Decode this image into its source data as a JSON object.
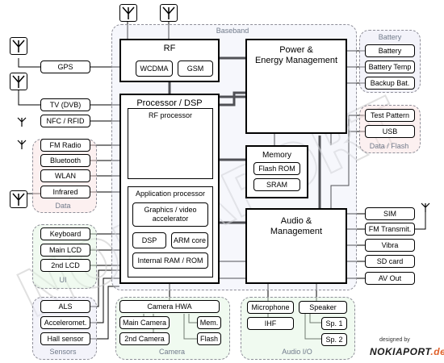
{
  "zones": {
    "baseband": "Baseband",
    "battery": "Battery",
    "data_flash": "Data / Flash",
    "data": "Data",
    "ui": "UI",
    "sensors": "Sensors",
    "camera": "Camera",
    "audio_io": "Audio I/O"
  },
  "blocks": {
    "rf": "RF",
    "wcdma": "WCDMA",
    "gsm": "GSM",
    "power": "Power &\nEnergy Management",
    "processor": "Processor / DSP",
    "rf_processor": "RF processor",
    "app_processor": "Application processor",
    "graphics": "Graphics / video\naccelerator",
    "dsp": "DSP",
    "arm": "ARM core",
    "ram": "Internal RAM / ROM",
    "memory": "Memory",
    "flash_rom": "Flash ROM",
    "sram": "SRAM",
    "audio": "Audio &\nManagement"
  },
  "peripherals": {
    "gps": "GPS",
    "tv": "TV (DVB)",
    "nfc": "NFC / RFID",
    "fm_radio": "FM Radio",
    "bluetooth": "Bluetooth",
    "wlan": "WLAN",
    "infrared": "Infrared",
    "keyboard": "Keyboard",
    "main_lcd": "Main LCD",
    "lcd2": "2nd LCD",
    "als": "ALS",
    "accelerometer": "Acceleromet.",
    "hall": "Hall sensor",
    "camera_hwa": "Camera HWA",
    "main_camera": "Main Camera",
    "camera2": "2nd Camera",
    "mem": "Mem.",
    "flash": "Flash",
    "microphone": "Microphone",
    "speaker": "Speaker",
    "ihf": "IHF",
    "sp1": "Sp. 1",
    "sp2": "Sp. 2",
    "battery": "Battery",
    "battery_temp": "Battery Temp",
    "backup_bat": "Backup Bat.",
    "test_pattern": "Test Pattern",
    "usb": "USB",
    "sim": "SIM",
    "fm_transmit": "FM Transmit.",
    "vibra": "Vibra",
    "sd_card": "SD card",
    "av_out": "AV Out"
  },
  "credit": {
    "designed_by": "designed by",
    "brand_main": "NOKIAPORT",
    "brand_suffix": ".de"
  },
  "watermark": "NOKIAPORT"
}
